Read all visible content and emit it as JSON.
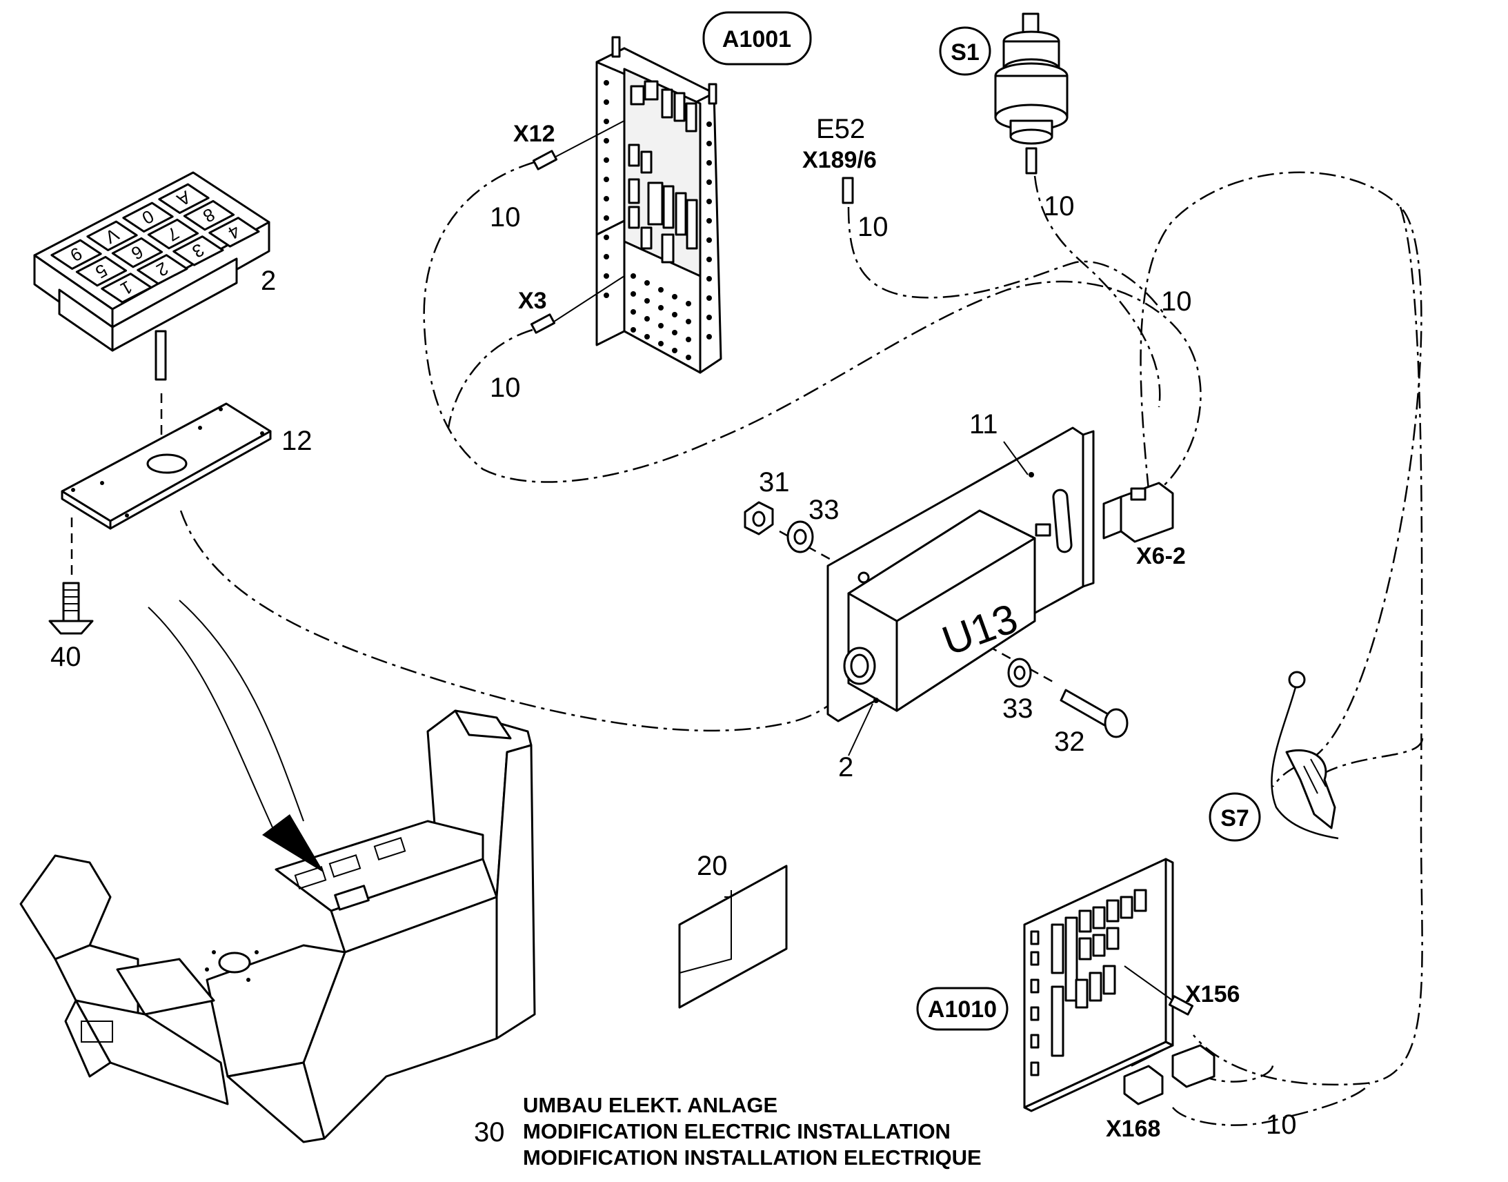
{
  "callouts": {
    "a1001": "A1001",
    "s1": "S1",
    "s7": "S7",
    "a1010": "A1010"
  },
  "connectors": {
    "x12": "X12",
    "x3": "X3",
    "e52": "E52",
    "x189": "X189/6",
    "x6_2": "X6-2",
    "x156": "X156",
    "x168": "X168"
  },
  "part_numbers": {
    "cable_x12": "10",
    "cable_x3": "10",
    "cable_e52": "10",
    "cable_s1": "10",
    "cable_loop": "10",
    "cable_bottom": "10",
    "keypad": "2",
    "plate": "12",
    "screw": "40",
    "bracket": "11",
    "nut": "31",
    "washer_top": "33",
    "washer_bottom": "33",
    "bolt": "32",
    "module": "2",
    "decal": "20",
    "kit": "30"
  },
  "keypad_keys": [
    "A",
    "0",
    "V",
    "9",
    "8",
    "7",
    "6",
    "5",
    "4",
    "3",
    "2",
    "1"
  ],
  "module_marking": "U13",
  "note": {
    "line1": "UMBAU ELEKT. ANLAGE",
    "line2": "MODIFICATION ELECTRIC INSTALLATION",
    "line3": "MODIFICATION INSTALLATION ELECTRIQUE"
  }
}
